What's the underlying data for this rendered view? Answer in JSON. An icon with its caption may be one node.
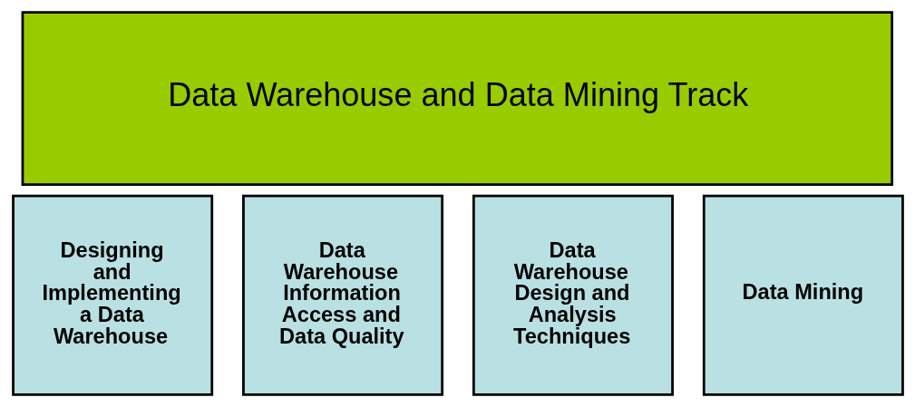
{
  "diagram": {
    "nodes": [
      {
        "text": [
          "Data Warehouse and Data Mining Track"
        ]
      },
      {
        "text": [
          "Designing and Implementing a Data Warehouse"
        ]
      },
      {
        "text": [
          "Data Warehouse Information Access and Data Quality"
        ]
      },
      {
        "text": [
          "Data Warehouse Design and Analysis Techniques"
        ]
      },
      {
        "text": [
          "Data Mining"
        ]
      }
    ]
  }
}
